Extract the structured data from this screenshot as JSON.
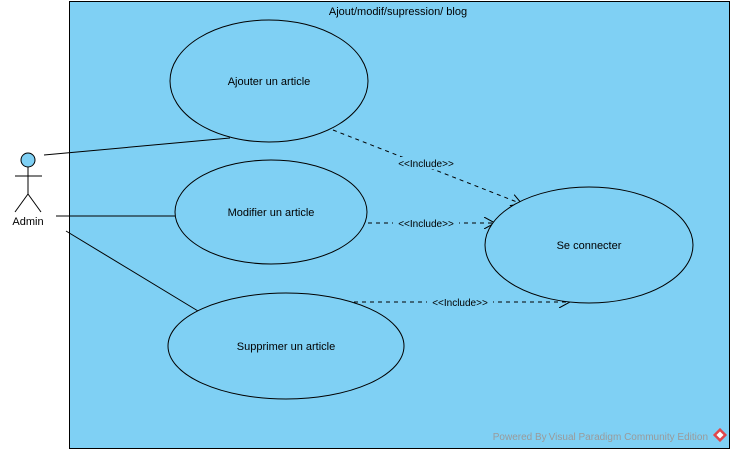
{
  "system": {
    "title": "Ajout/modif/supression/ blog"
  },
  "actor": {
    "name": "Admin"
  },
  "use_cases": {
    "ajouter": "Ajouter un article",
    "modifier": "Modifier un article",
    "supprimer": "Supprimer un article",
    "connecter": "Se connecter"
  },
  "relations": {
    "include1": "<<Include>>",
    "include2": "<<Include>>",
    "include3": "<<Include>>"
  },
  "watermark": {
    "text": "Powered By Visual Paradigm Community Edition"
  },
  "colors": {
    "boundary_fill": "#7fd0f4",
    "usecase_fill": "#7fd0f4",
    "actor_head": "#7fd0f4",
    "watermark_logo": "#e0474c"
  }
}
